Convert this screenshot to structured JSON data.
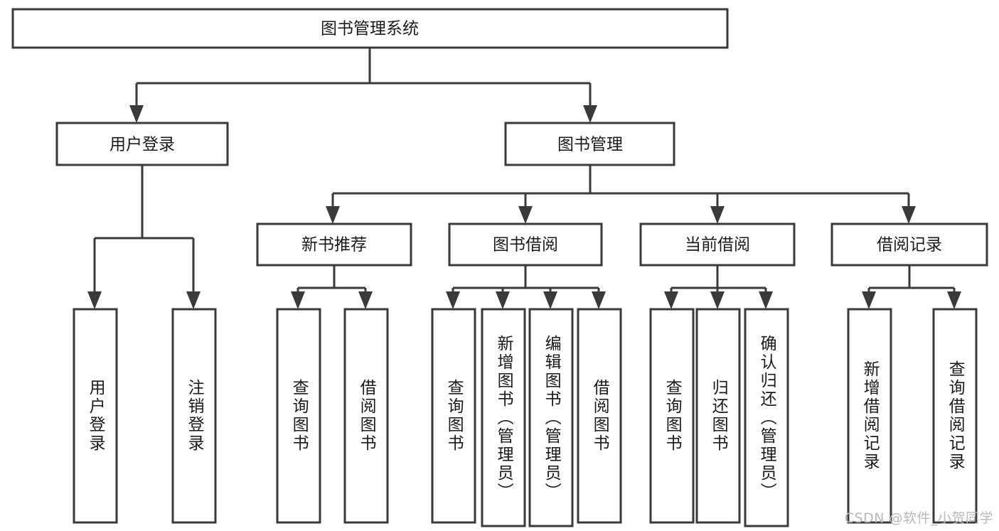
{
  "diagram": {
    "title": "图书管理系统",
    "type": "tree-hierarchy-diagram",
    "colors": {
      "box_stroke": "#3a3a3a",
      "box_fill": "#ffffff",
      "text": "#1a1a1a",
      "watermark": "#b9b9b9",
      "background": "#ffffff"
    },
    "root": {
      "label": "图书管理系统"
    },
    "level2": [
      {
        "label": "用户登录"
      },
      {
        "label": "图书管理"
      }
    ],
    "level3": [
      {
        "label": "新书推荐"
      },
      {
        "label": "图书借阅"
      },
      {
        "label": "当前借阅"
      },
      {
        "label": "借阅记录"
      }
    ],
    "leaves": {
      "user_login": [
        {
          "label": "用户登录"
        },
        {
          "label": "注销登录"
        }
      ],
      "new_book_recommend": [
        {
          "label": "查询图书"
        },
        {
          "label": "借阅图书"
        }
      ],
      "book_borrow": [
        {
          "label": "查询图书"
        },
        {
          "label": "新增图书（管理员）"
        },
        {
          "label": "编辑图书（管理员）"
        },
        {
          "label": "借阅图书"
        }
      ],
      "current_borrow": [
        {
          "label": "查询图书"
        },
        {
          "label": "归还图书"
        },
        {
          "label": "确认归还（管理员）"
        }
      ],
      "borrow_record": [
        {
          "label": "新增借阅记录"
        },
        {
          "label": "查询借阅记录"
        }
      ]
    }
  },
  "watermark": {
    "text": "CSDN @软件_小贺同学"
  }
}
